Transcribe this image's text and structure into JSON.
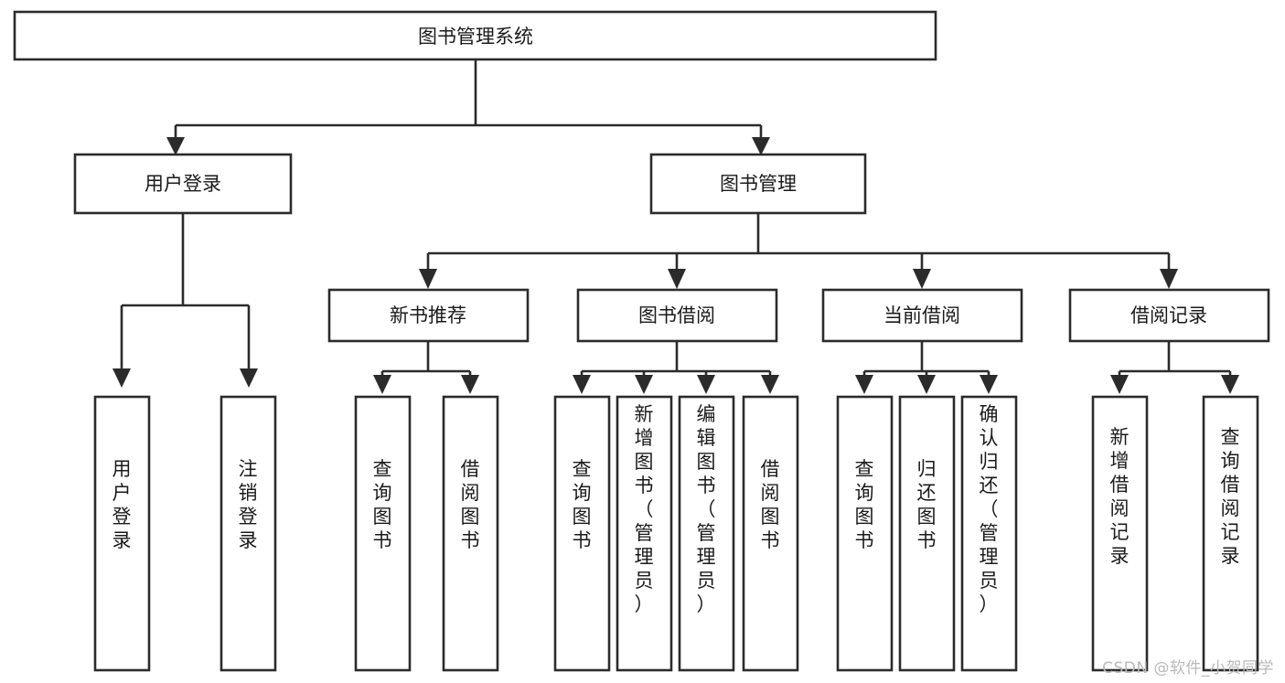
{
  "diagram": {
    "type": "tree-hierarchy",
    "title": "图书管理系统",
    "orientation": "top-down",
    "colors": {
      "box_stroke": "#2b2b2b",
      "box_fill": "#ffffff",
      "text": "#1a1a1a",
      "connector": "#2b2b2b",
      "watermark": "#b9b9b9",
      "background": "#ffffff"
    },
    "levels": [
      {
        "level": 1,
        "nodes": [
          {
            "id": "root",
            "label": "图书管理系统",
            "orientation": "horizontal"
          }
        ]
      },
      {
        "level": 2,
        "nodes": [
          {
            "id": "user-login",
            "label": "用户登录",
            "orientation": "horizontal",
            "parent": "root"
          },
          {
            "id": "book-manage",
            "label": "图书管理",
            "orientation": "horizontal",
            "parent": "root"
          }
        ]
      },
      {
        "level": 3,
        "nodes": [
          {
            "id": "new-book-rec",
            "label": "新书推荐",
            "orientation": "horizontal",
            "parent": "book-manage"
          },
          {
            "id": "book-borrow",
            "label": "图书借阅",
            "orientation": "horizontal",
            "parent": "book-manage"
          },
          {
            "id": "current-borrow",
            "label": "当前借阅",
            "orientation": "horizontal",
            "parent": "book-manage"
          },
          {
            "id": "borrow-record",
            "label": "借阅记录",
            "orientation": "horizontal",
            "parent": "book-manage"
          }
        ]
      },
      {
        "level": 4,
        "nodes": [
          {
            "id": "leaf-user-login",
            "label": "用户登录",
            "orientation": "vertical",
            "parent": "user-login"
          },
          {
            "id": "leaf-logout",
            "label": "注销登录",
            "orientation": "vertical",
            "parent": "user-login"
          },
          {
            "id": "leaf-query-book-1",
            "label": "查询图书",
            "orientation": "vertical",
            "parent": "new-book-rec"
          },
          {
            "id": "leaf-borrow-book-1",
            "label": "借阅图书",
            "orientation": "vertical",
            "parent": "new-book-rec"
          },
          {
            "id": "leaf-query-book-2",
            "label": "查询图书",
            "orientation": "vertical",
            "parent": "book-borrow"
          },
          {
            "id": "leaf-add-book",
            "label": "新增图书（管理员）",
            "orientation": "vertical",
            "parent": "book-borrow"
          },
          {
            "id": "leaf-edit-book",
            "label": "编辑图书（管理员）",
            "orientation": "vertical",
            "parent": "book-borrow"
          },
          {
            "id": "leaf-borrow-book-2",
            "label": "借阅图书",
            "orientation": "vertical",
            "parent": "book-borrow"
          },
          {
            "id": "leaf-query-book-3",
            "label": "查询图书",
            "orientation": "vertical",
            "parent": "current-borrow"
          },
          {
            "id": "leaf-return-book",
            "label": "归还图书",
            "orientation": "vertical",
            "parent": "current-borrow"
          },
          {
            "id": "leaf-confirm-return",
            "label": "确认归还（管理员）",
            "orientation": "vertical",
            "parent": "current-borrow"
          },
          {
            "id": "leaf-add-record",
            "label": "新增借阅记录",
            "orientation": "vertical",
            "parent": "borrow-record"
          },
          {
            "id": "leaf-query-record",
            "label": "查询借阅记录",
            "orientation": "vertical",
            "parent": "borrow-record"
          }
        ]
      }
    ]
  },
  "watermark": {
    "text": "CSDN @软件_小贺同学"
  }
}
